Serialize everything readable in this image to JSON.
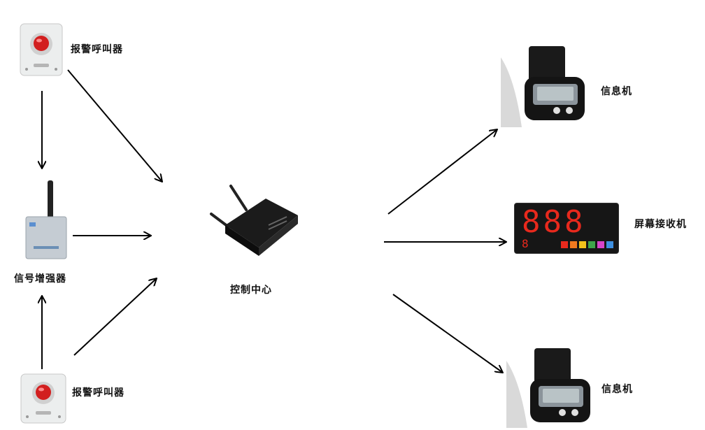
{
  "nodes": {
    "alarm_top": {
      "label": "报警呼叫器"
    },
    "alarm_bottom": {
      "label": "报警呼叫器"
    },
    "booster": {
      "label": "信号增强器"
    },
    "control": {
      "label": "控制中心"
    },
    "pager_top": {
      "label": "信息机"
    },
    "display": {
      "label": "屏幕接收机",
      "digits": "888",
      "small_digit": "8"
    },
    "pager_bottom": {
      "label": "信息机"
    }
  },
  "colors": {
    "arrow": "#000000",
    "led": "#e8291d",
    "panel": "#1a1a1a",
    "swatches": [
      "#e8291d",
      "#f07a1f",
      "#f2c21b",
      "#3fa44a",
      "#d744c9",
      "#3d8fe0"
    ]
  },
  "icons": {
    "alarm": "red-push-button-icon",
    "booster": "antenna-box-icon",
    "control": "router-icon",
    "pager": "wrist-pager-icon",
    "display": "led-display-icon"
  }
}
